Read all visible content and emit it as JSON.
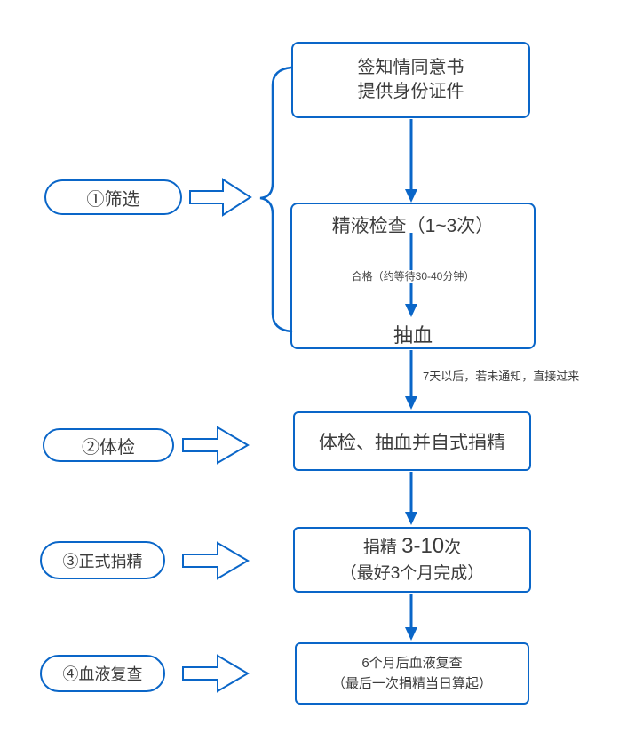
{
  "colors": {
    "accent": "#0a66c8",
    "text": "#3c3c3c"
  },
  "stages": [
    {
      "label": "①筛选"
    },
    {
      "label": "②体检"
    },
    {
      "label": "③正式捐精"
    },
    {
      "label": "④血液复查"
    }
  ],
  "flow": {
    "box_consent": {
      "line1": "签知情同意书",
      "line2": "提供身份证件"
    },
    "box_semen": {
      "title": "精液检查（1~3次）",
      "note": "合格（约等待30-40分钟）",
      "result": "抽血"
    },
    "edge_note": "7天以后，若未通知，直接过来",
    "box_physical": {
      "text": "体检、抽血并自式捐精"
    },
    "box_donation": {
      "prefix": "捐精 ",
      "count": "3-10",
      "suffix": "次",
      "line2": "（最好3个月完成）"
    },
    "box_recheck": {
      "line1": "6个月后血液复查",
      "line2": "（最后一次捐精当日算起）"
    }
  }
}
